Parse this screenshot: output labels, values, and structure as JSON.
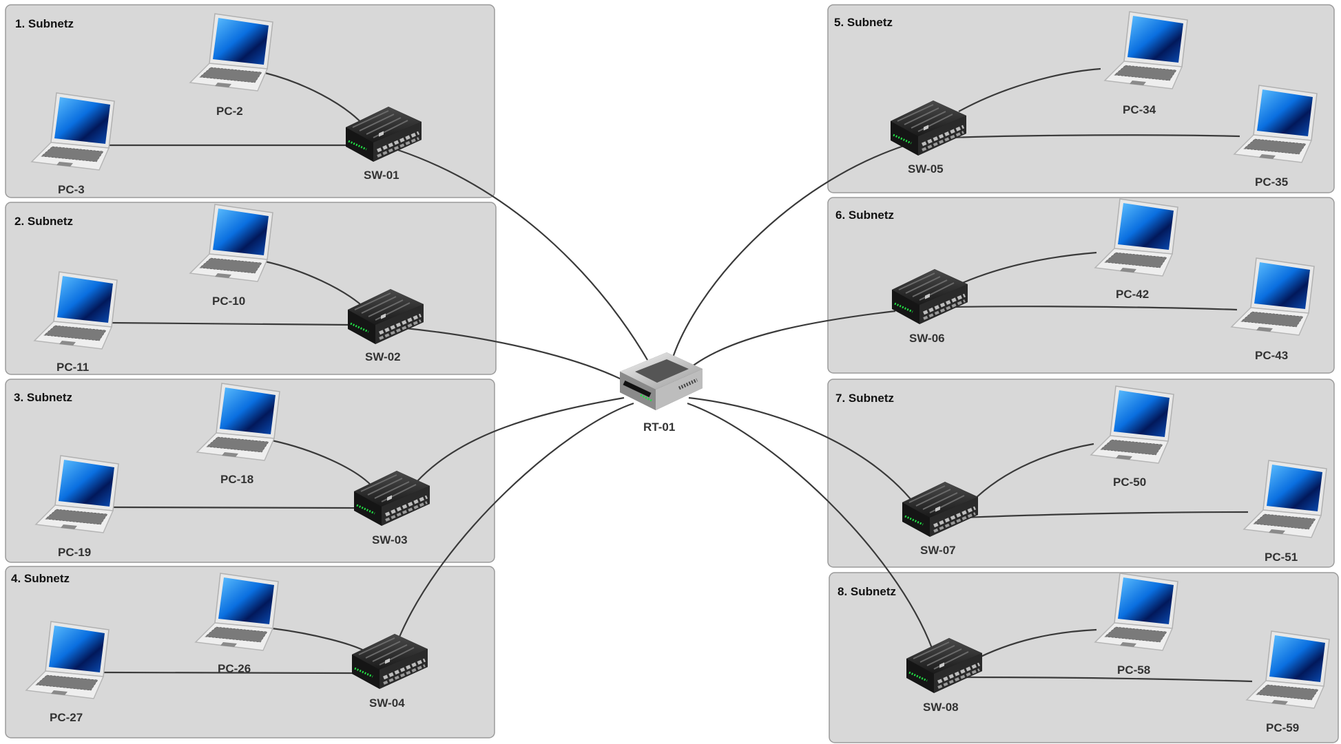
{
  "subnets": [
    {
      "title": "1. Subnetz",
      "switch": "SW-01",
      "pcs": [
        "PC-2",
        "PC-3"
      ]
    },
    {
      "title": "2. Subnetz",
      "switch": "SW-02",
      "pcs": [
        "PC-10",
        "PC-11"
      ]
    },
    {
      "title": "3. Subnetz",
      "switch": "SW-03",
      "pcs": [
        "PC-18",
        "PC-19"
      ]
    },
    {
      "title": "4. Subnetz",
      "switch": "SW-04",
      "pcs": [
        "PC-26",
        "PC-27"
      ]
    },
    {
      "title": "5. Subnetz",
      "switch": "SW-05",
      "pcs": [
        "PC-34",
        "PC-35"
      ]
    },
    {
      "title": "6. Subnetz",
      "switch": "SW-06",
      "pcs": [
        "PC-42",
        "PC-43"
      ]
    },
    {
      "title": "7. Subnetz",
      "switch": "SW-07",
      "pcs": [
        "PC-50",
        "PC-51"
      ]
    },
    {
      "title": "8. Subnetz",
      "switch": "SW-08",
      "pcs": [
        "PC-58",
        "PC-59"
      ]
    }
  ],
  "router": {
    "label": "RT-01"
  },
  "icons": {
    "pc": "laptop-icon",
    "switch": "switch-icon",
    "router": "router-icon"
  }
}
